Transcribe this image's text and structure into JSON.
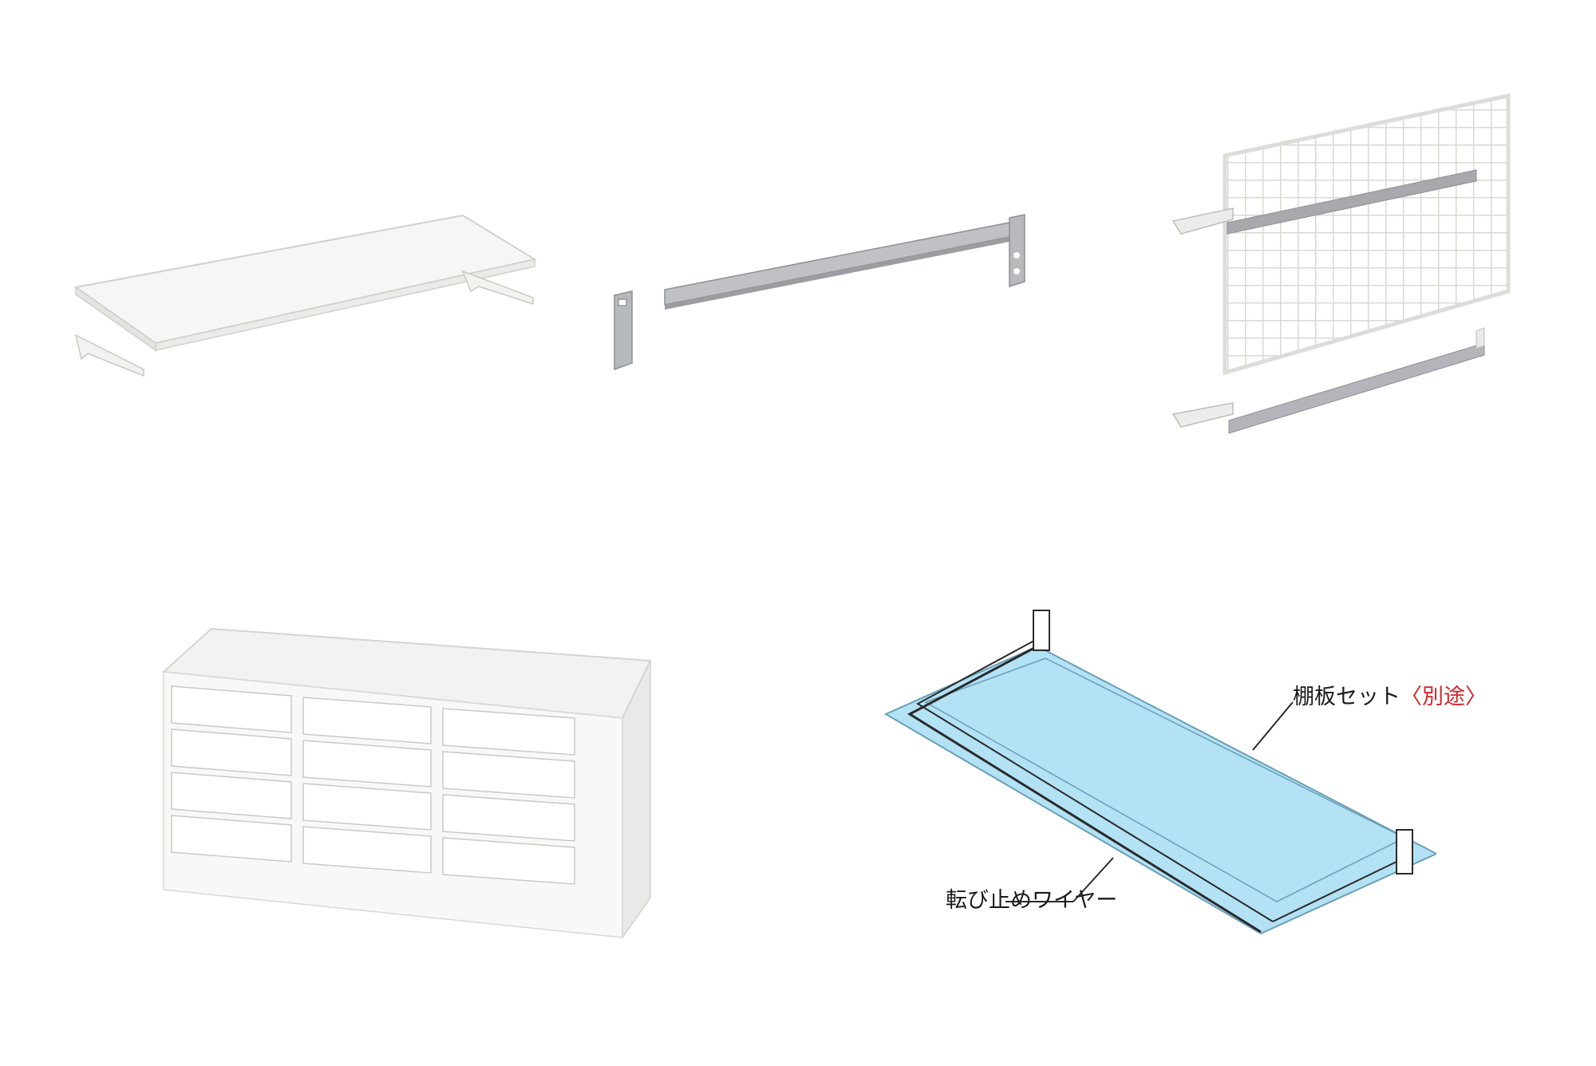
{
  "items": [
    {
      "id": "flat-shelf",
      "kind": "product-illustration"
    },
    {
      "id": "hanger-bar",
      "kind": "product-illustration"
    },
    {
      "id": "wire-mesh-panel",
      "kind": "product-illustration"
    },
    {
      "id": "drawer-cabinet",
      "kind": "product-illustration"
    },
    {
      "id": "anti-fall-wire",
      "kind": "diagram"
    }
  ],
  "diagram": {
    "shelf_label": "棚板セット",
    "shelf_note": "〈別途〉",
    "wire_label": "転び止めワイヤー"
  },
  "colors": {
    "shelf_highlight": "#b3e2f5",
    "note_red": "#d4222a",
    "bar_grey": "#a7a9ad",
    "line": "#2a2a2a"
  },
  "icons": [
    "shelf-board-illustration",
    "hanger-bar-illustration",
    "mesh-panel-illustration",
    "drawer-cabinet-illustration",
    "wire-shelf-diagram"
  ]
}
